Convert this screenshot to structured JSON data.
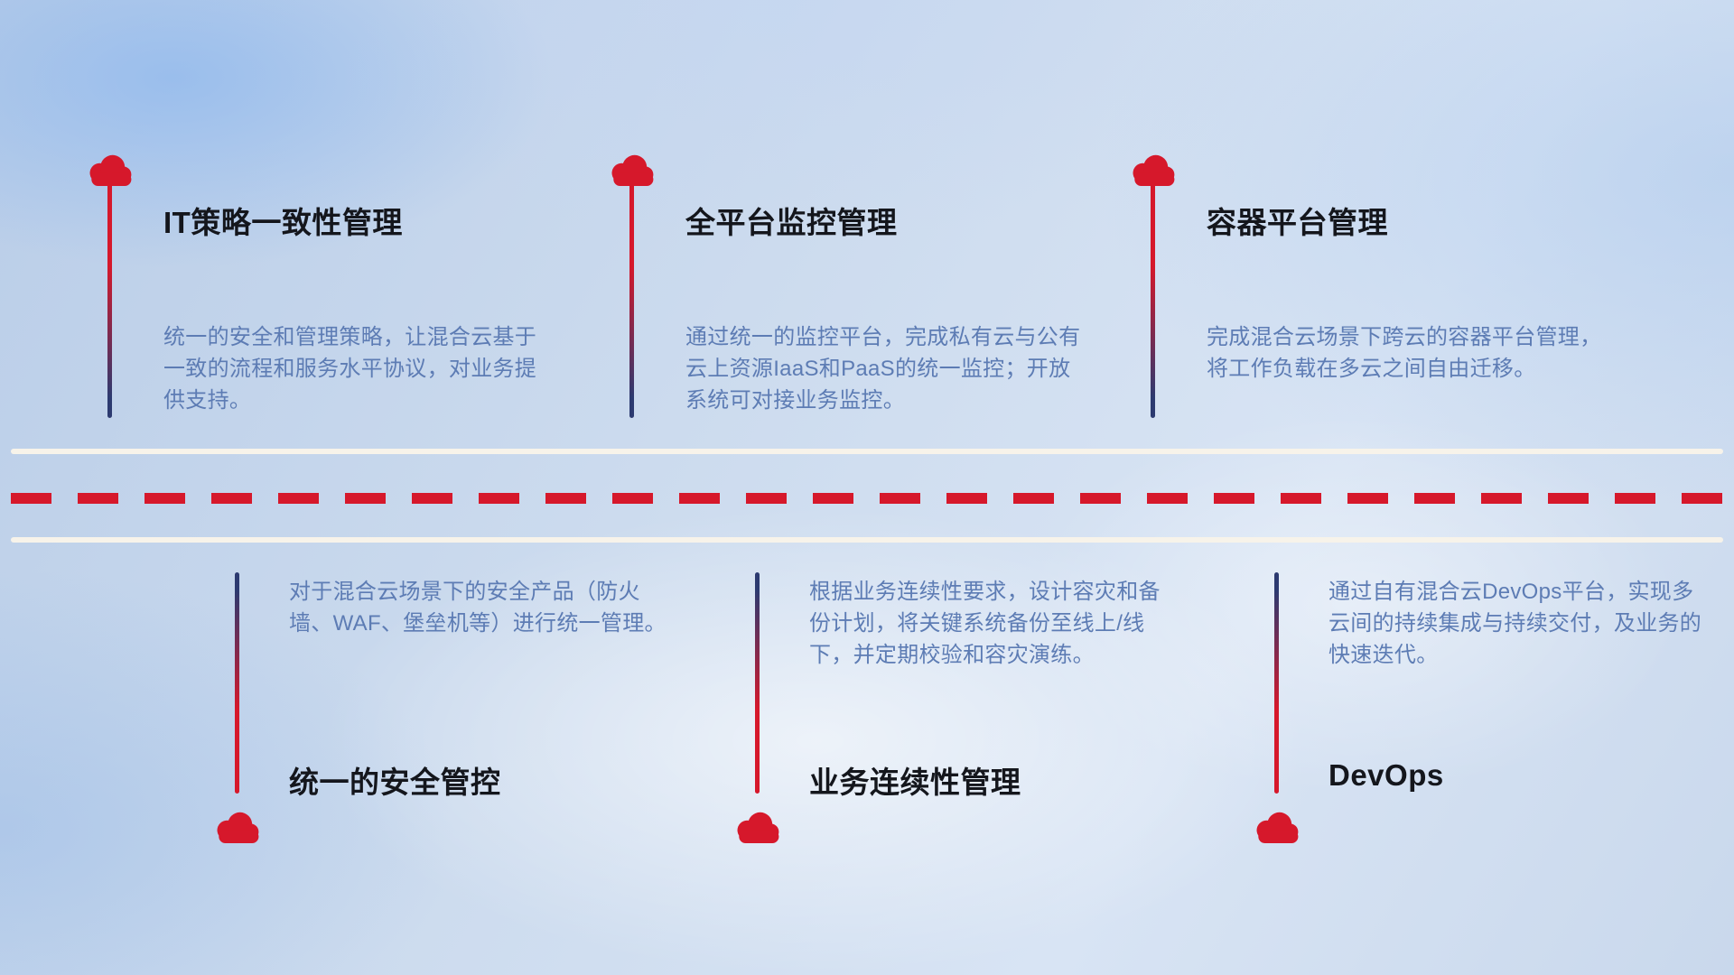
{
  "items": {
    "top": [
      {
        "title": "IT策略一致性管理",
        "description": "统一的安全和管理策略，让混合云基于一致的流程和服务水平协议，对业务提供支持。"
      },
      {
        "title": "全平台监控管理",
        "description": "通过统一的监控平台，完成私有云与公有云上资源IaaS和PaaS的统一监控；开放系统可对接业务监控。"
      },
      {
        "title": "容器平台管理",
        "description": "完成混合云场景下跨云的容器平台管理，将工作负载在多云之间自由迁移。"
      }
    ],
    "bottom": [
      {
        "title": "统一的安全管控",
        "description": "对于混合云场景下的安全产品（防火墙、WAF、堡垒机等）进行统一管理。"
      },
      {
        "title": "业务连续性管理",
        "description": "根据业务连续性要求，设计容灾和备份计划，将关键系统备份至线上/线下，并定期校验和容灾演练。"
      },
      {
        "title": "DevOps",
        "description": "通过自有混合云DevOps平台，实现多云间的持续集成与持续交付，及业务的快速迭代。"
      }
    ]
  },
  "icons": {
    "node_marker": "cloud-icon"
  },
  "colors": {
    "accent_red": "#d6182b",
    "line_navy": "#2c3a70",
    "title_text": "#14161c",
    "desc_text": "#5d7cb4",
    "road_white": "#f7f3ea"
  }
}
